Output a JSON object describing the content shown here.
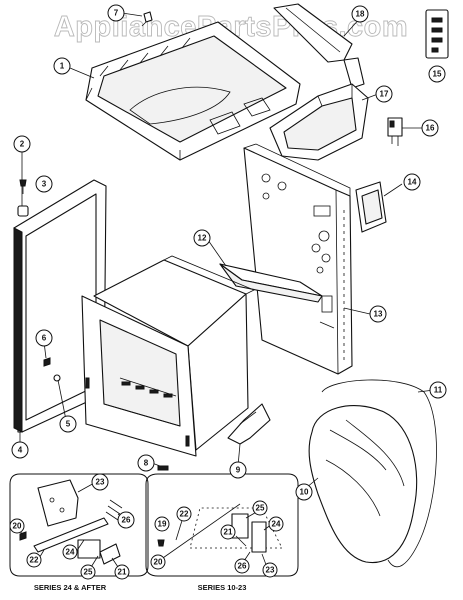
{
  "watermark": "AppliancePartsPros.com",
  "callouts": [
    {
      "id": "c1",
      "label": "1"
    },
    {
      "id": "c2",
      "label": "2"
    },
    {
      "id": "c3",
      "label": "3"
    },
    {
      "id": "c4",
      "label": "4"
    },
    {
      "id": "c5",
      "label": "5"
    },
    {
      "id": "c6",
      "label": "6"
    },
    {
      "id": "c7",
      "label": "7"
    },
    {
      "id": "c8",
      "label": "8"
    },
    {
      "id": "c9",
      "label": "9"
    },
    {
      "id": "c10",
      "label": "10"
    },
    {
      "id": "c11",
      "label": "11"
    },
    {
      "id": "c12",
      "label": "12"
    },
    {
      "id": "c13",
      "label": "13"
    },
    {
      "id": "c14",
      "label": "14"
    },
    {
      "id": "c15",
      "label": "15"
    },
    {
      "id": "c16",
      "label": "16"
    },
    {
      "id": "c17",
      "label": "17"
    },
    {
      "id": "c18",
      "label": "18"
    }
  ],
  "inset_left": {
    "caption": "SERIES 24 & AFTER",
    "callouts": [
      {
        "id": "l23",
        "label": "23"
      },
      {
        "id": "l26",
        "label": "26"
      },
      {
        "id": "l20",
        "label": "20"
      },
      {
        "id": "l22",
        "label": "22"
      },
      {
        "id": "l24",
        "label": "24"
      },
      {
        "id": "l25",
        "label": "25"
      },
      {
        "id": "l21",
        "label": "21"
      }
    ]
  },
  "inset_right": {
    "caption": "SERIES 10-23",
    "callouts": [
      {
        "id": "r22",
        "label": "22"
      },
      {
        "id": "r19",
        "label": "19"
      },
      {
        "id": "r20",
        "label": "20"
      },
      {
        "id": "r25",
        "label": "25"
      },
      {
        "id": "r21",
        "label": "21"
      },
      {
        "id": "r24",
        "label": "24"
      },
      {
        "id": "r26",
        "label": "26"
      },
      {
        "id": "r23",
        "label": "23"
      }
    ]
  }
}
